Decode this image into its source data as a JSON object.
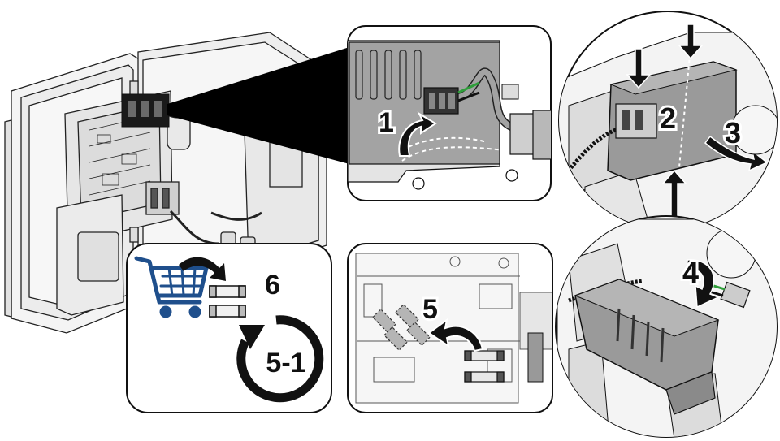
{
  "steps": {
    "step1": "1",
    "step2": "2",
    "step3": "3",
    "step4": "4",
    "step5": "5",
    "step6": "6",
    "repeat": "5-1"
  },
  "colors": {
    "cart": "#1f4f8c",
    "housing_gray": "#9a9a9a",
    "wire_green": "#2e9e3a",
    "outline": "#111111"
  },
  "icons": {
    "cart": "shopping-cart-icon",
    "repeat": "counterclockwise-arrow-icon"
  }
}
